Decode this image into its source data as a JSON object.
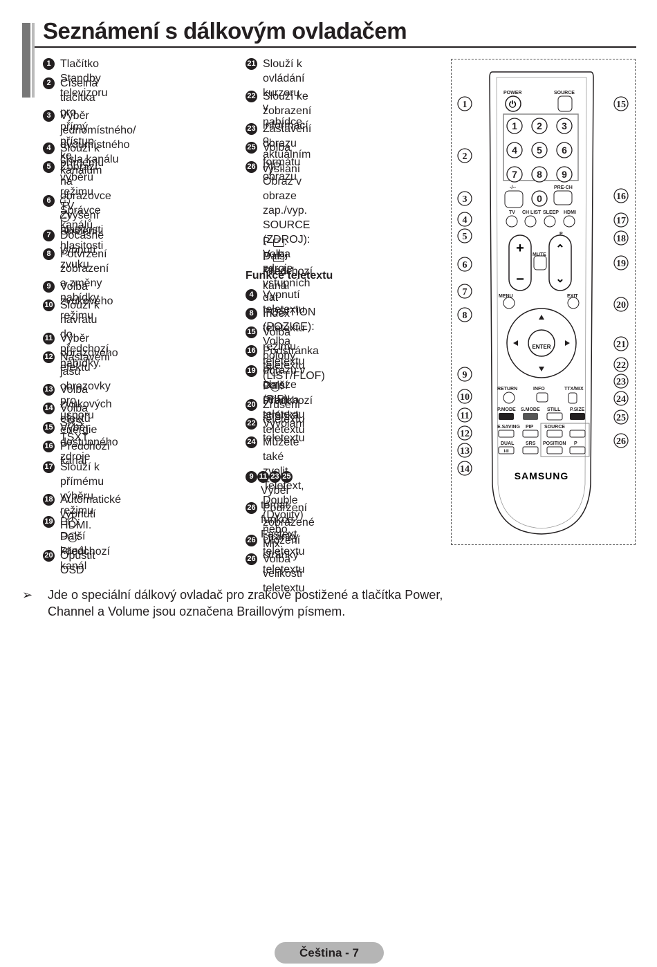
{
  "title": "Seznámení s dálkovým ovladačem",
  "left_items": [
    {
      "num": "1",
      "text": "Tlačítko Standby televizoru"
    },
    {
      "num": "2",
      "text": "Číselná tlačítka pro přímý přístup\nke kanálům"
    },
    {
      "num": "3",
      "text": "Výběr jednomístného/\ndvoumístného čísla kanálu"
    },
    {
      "num": "4",
      "text": "Slouží k přímému výběru režimu TV."
    },
    {
      "num": "5",
      "text": "Zobrazí na obrazovce Správce\nkanálů."
    },
    {
      "num": "6",
      "text": "Zvýšení hlasitosti"
    },
    {
      "num": "",
      "text": "Snížení hlasitosti"
    },
    {
      "num": "7",
      "text": "Dočasné vypnutí zvuku"
    },
    {
      "num": "8",
      "text": "Potvrzení zobrazení a změny\nnabídky"
    },
    {
      "num": "9",
      "text": "Volba zvukového režimu"
    },
    {
      "num": "10",
      "text": "Slouží k návratu do předchozí\nnabídky."
    },
    {
      "num": "11",
      "text": "Výběr obrazového efektu"
    },
    {
      "num": "12",
      "text": "Nastavení jasu obrazovky pro\núsporu energie"
    },
    {
      "num": "13",
      "text": "Volba zvukových efektů"
    },
    {
      "num": "14",
      "text": "Volba SRS TSXT"
    },
    {
      "num": "15",
      "text": "Výběr dostupného zdroje"
    },
    {
      "num": "16",
      "text": "Předchozí kanál"
    },
    {
      "num": "17",
      "text": "Slouží k přímému výběru režimu\nHDMI."
    },
    {
      "num": "18",
      "text": "Automatické vypnutí"
    },
    {
      "num": "19",
      "text": ": Další kanál"
    },
    {
      "num": "",
      "text": ": Předchozí kanál"
    },
    {
      "num": "20",
      "text": "Opustit OSD"
    }
  ],
  "right_items": [
    {
      "num": "21",
      "text": "Slouží k ovládání kurzoru v\nnabídce."
    },
    {
      "num": "22",
      "text": "Slouží ke zobrazení informací o\naktuálním vysílání"
    },
    {
      "num": "23",
      "text": "Zastavení obrazu"
    },
    {
      "num": "25",
      "text": "Volba formátu obrazu"
    },
    {
      "num": "26",
      "text": "PIP: Obraz v obraze zap./vyp.\nSOURCE (ZDROJ): Volba zdroje\nvstupních dat\nPOSITION (POZICE): Volba polohy\nobrazu v obraze (PIP)"
    },
    {
      "num": "",
      "text": ": Další kanál"
    },
    {
      "num": "",
      "text": ": Předchozí kanál"
    }
  ],
  "teletext_heading": "Funkce teletextu",
  "teletext_items": [
    {
      "num": "4",
      "text": "Vypnutí teletextu"
    },
    {
      "num": "8",
      "text": "Index teletextu"
    },
    {
      "num": "15",
      "text": "Volba režimu teletextu (LIST/FLOF)"
    },
    {
      "num": "16",
      "text": "Podstránka teletextu"
    },
    {
      "num": "19",
      "text": ": Další stránka teletextu"
    },
    {
      "num": "",
      "text": ": Předchozí stránka teletextu"
    },
    {
      "num": "20",
      "text": "Zrušení teletextu"
    },
    {
      "num": "22",
      "text": "Vyvolání teletextu"
    },
    {
      "num": "24",
      "text": "Můžete také zvolit Teletext, Double\n(Dvojitý) nebo Mix."
    },
    {
      "num": "",
      "text": "Výběr témat funkce Fastext"
    },
    {
      "num": "26",
      "text": "Podržení zobrazené stránky\nteletextu"
    },
    {
      "num": "26",
      "text": "Uložení stránky teletextu"
    },
    {
      "num": "26",
      "text": "Volba velikosti teletextu"
    }
  ],
  "fastext_nums": [
    "9",
    "11",
    "23",
    "25"
  ],
  "p_letter": "P",
  "remote": {
    "brand": "SAMSUNG",
    "labels": {
      "power": "POWER",
      "source": "SOURCE",
      "prech": "PRE-CH",
      "dashdash": "-/--",
      "tv": "TV",
      "chlist": "CH LIST",
      "sleep": "SLEEP",
      "hdmi": "HDMI",
      "p": "P",
      "mute": "MUTE",
      "menu": "MENU",
      "exit": "EXIT",
      "enter": "ENTER",
      "return": "RETURN",
      "info": "INFO",
      "ttxmix": "TTX/MIX",
      "pmode": "P.MODE",
      "smode": "S.MODE",
      "still": "STILL",
      "psize": "P.SIZE",
      "esaving": "E.SAVING",
      "pip": "PIP",
      "src2": "SOURCE",
      "dual": "DUAL",
      "srs": "SRS",
      "position": "POSITION",
      "p2": "P",
      "dualsym": "I-II"
    },
    "digits": [
      "1",
      "2",
      "3",
      "4",
      "5",
      "6",
      "7",
      "8",
      "9",
      "0"
    ],
    "callouts_left": [
      "1",
      "2",
      "3",
      "4",
      "5",
      "6",
      "7",
      "8",
      "9",
      "10",
      "11",
      "12",
      "13",
      "14"
    ],
    "callouts_right": [
      "15",
      "16",
      "17",
      "18",
      "19",
      "20",
      "21",
      "22",
      "23",
      "24",
      "25",
      "26"
    ]
  },
  "note": "Jde o speciální dálkový ovladač pro zrakově postižené a tlačítka Power, Channel a Volume jsou označena Braillovým písmem.",
  "note_arrow": "➢",
  "footer": "Čeština - 7"
}
